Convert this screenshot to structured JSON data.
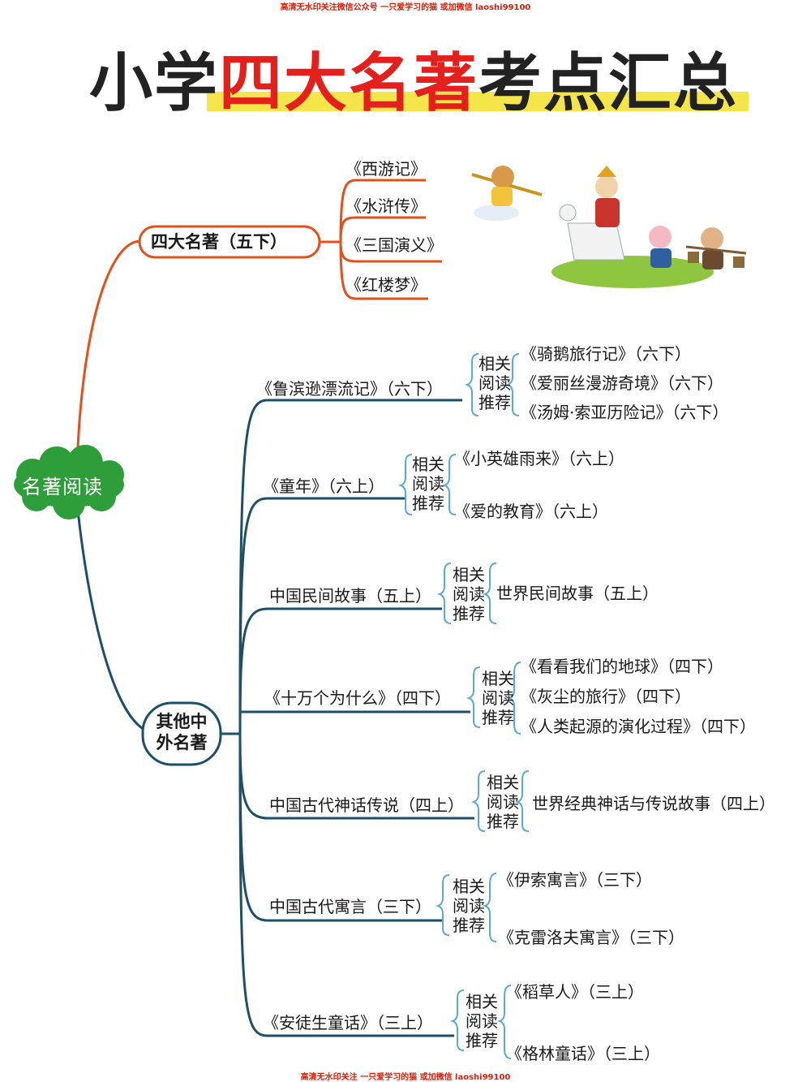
{
  "watermark_top": "高清无水印关注微信公众号 一只爱学习的猫 或加微信 laoshi99100",
  "watermark_bottom": "高清无水印关注 一只爱学习的猫 或加微信 laoshi99100",
  "title": {
    "part1": "小学",
    "part2": "四大名著",
    "part3": "考点汇总"
  },
  "root": "名著阅读",
  "four_classics": {
    "label": "四大名著（五下）",
    "books": [
      "《西游记》",
      "《水浒传》",
      "《三国演义》",
      "《红楼梦》"
    ]
  },
  "other": {
    "label_line1": "其他中",
    "label_line2": "外名著",
    "recommend_label": "相关阅读推荐",
    "branches": [
      {
        "book": "《鲁滨逊漂流记》（六下）",
        "related": [
          "《骑鹅旅行记》（六下）",
          "《爱丽丝漫游奇境》（六下）",
          "《汤姆·索亚历险记》（六下）"
        ]
      },
      {
        "book": "《童年》（六上）",
        "related": [
          "《小英雄雨来》（六上）",
          "《爱的教育》（六上）"
        ]
      },
      {
        "book": "中国民间故事（五上）",
        "related": [
          "世界民间故事（五上）"
        ]
      },
      {
        "book": "《十万个为什么》（四下）",
        "related": [
          "《看看我们的地球》（四下）",
          "《灰尘的旅行》（四下）",
          "《人类起源的演化过程》（四下）"
        ]
      },
      {
        "book": "中国古代神话传说（四上）",
        "related": [
          "世界经典神话与传说故事（四上）"
        ]
      },
      {
        "book": "中国古代寓言（三下）",
        "related": [
          "《伊索寓言》（三下）",
          "《克雷洛夫寓言》（三下）"
        ]
      },
      {
        "book": "《安徒生童话》（三上）",
        "related": [
          "《稻草人》（三上）",
          "《格林童话》（三上）"
        ]
      }
    ]
  },
  "colors": {
    "red": "#e3201b",
    "orange": "#e2501c",
    "teal": "#1e4f68",
    "green": "#2e9e3a",
    "highlight": "#f4e54a",
    "bracket": "#5aa9d6"
  }
}
